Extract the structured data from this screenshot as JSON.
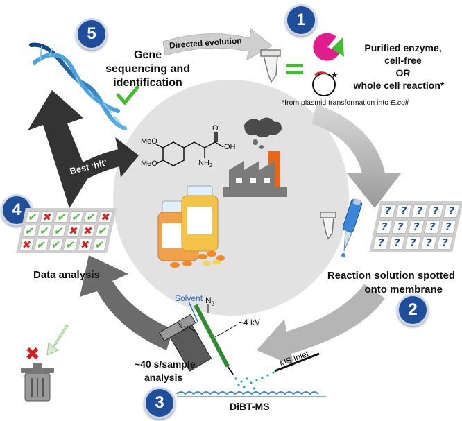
{
  "steps": {
    "s1": {
      "number": "1",
      "title_line1": "Purified enzyme,",
      "title_line2": "cell-free",
      "or": "OR",
      "alt": "whole cell reaction*",
      "footnote_prefix": "*from plasmid transformation into ",
      "footnote_organism": "E.coli"
    },
    "s2": {
      "number": "2",
      "line1": "Reaction solution spotted",
      "line2": "onto membrane"
    },
    "s3": {
      "number": "3",
      "line1": "~40 s/sample",
      "line2": "analysis",
      "method": "DiBT-MS",
      "solvent": "Solvent",
      "gas1": "N",
      "gas2": "N",
      "sub": "2",
      "voltage": "~4 kV",
      "inlet": "MS Inlet"
    },
    "s4": {
      "number": "4",
      "label": "Data analysis"
    },
    "s5": {
      "number": "5",
      "line1": "Gene",
      "line2": "sequencing and",
      "line3": "identification"
    }
  },
  "arrows": {
    "directed_evolution": "Directed evolution",
    "best_hit": "Best ‘hit’"
  },
  "molecule": {
    "ome1": "MeO",
    "ome2": "MeO",
    "oh": "OH",
    "nh2": "NH",
    "nh2_sub": "2",
    "o": "O"
  },
  "grids": {
    "question": [
      "?",
      "?",
      "?",
      "?",
      "?",
      "?",
      "?",
      "?",
      "?",
      "?",
      "?",
      "?",
      "?",
      "?",
      "?"
    ],
    "results": [
      "✔",
      "✖",
      "✔",
      "✔",
      "✔",
      "✖",
      "✔",
      "✔",
      "✔",
      "✖",
      "✖",
      "✔",
      "✖",
      "✔",
      "✔",
      "✔",
      "✖",
      "✔"
    ]
  },
  "colors": {
    "badge": "#1f4e9a",
    "green": "#3fbf2f",
    "red": "#d62020",
    "dark_arrow": "#333333",
    "grey_arrow": "#a8a8a8",
    "circle": "#e2e2e2"
  }
}
